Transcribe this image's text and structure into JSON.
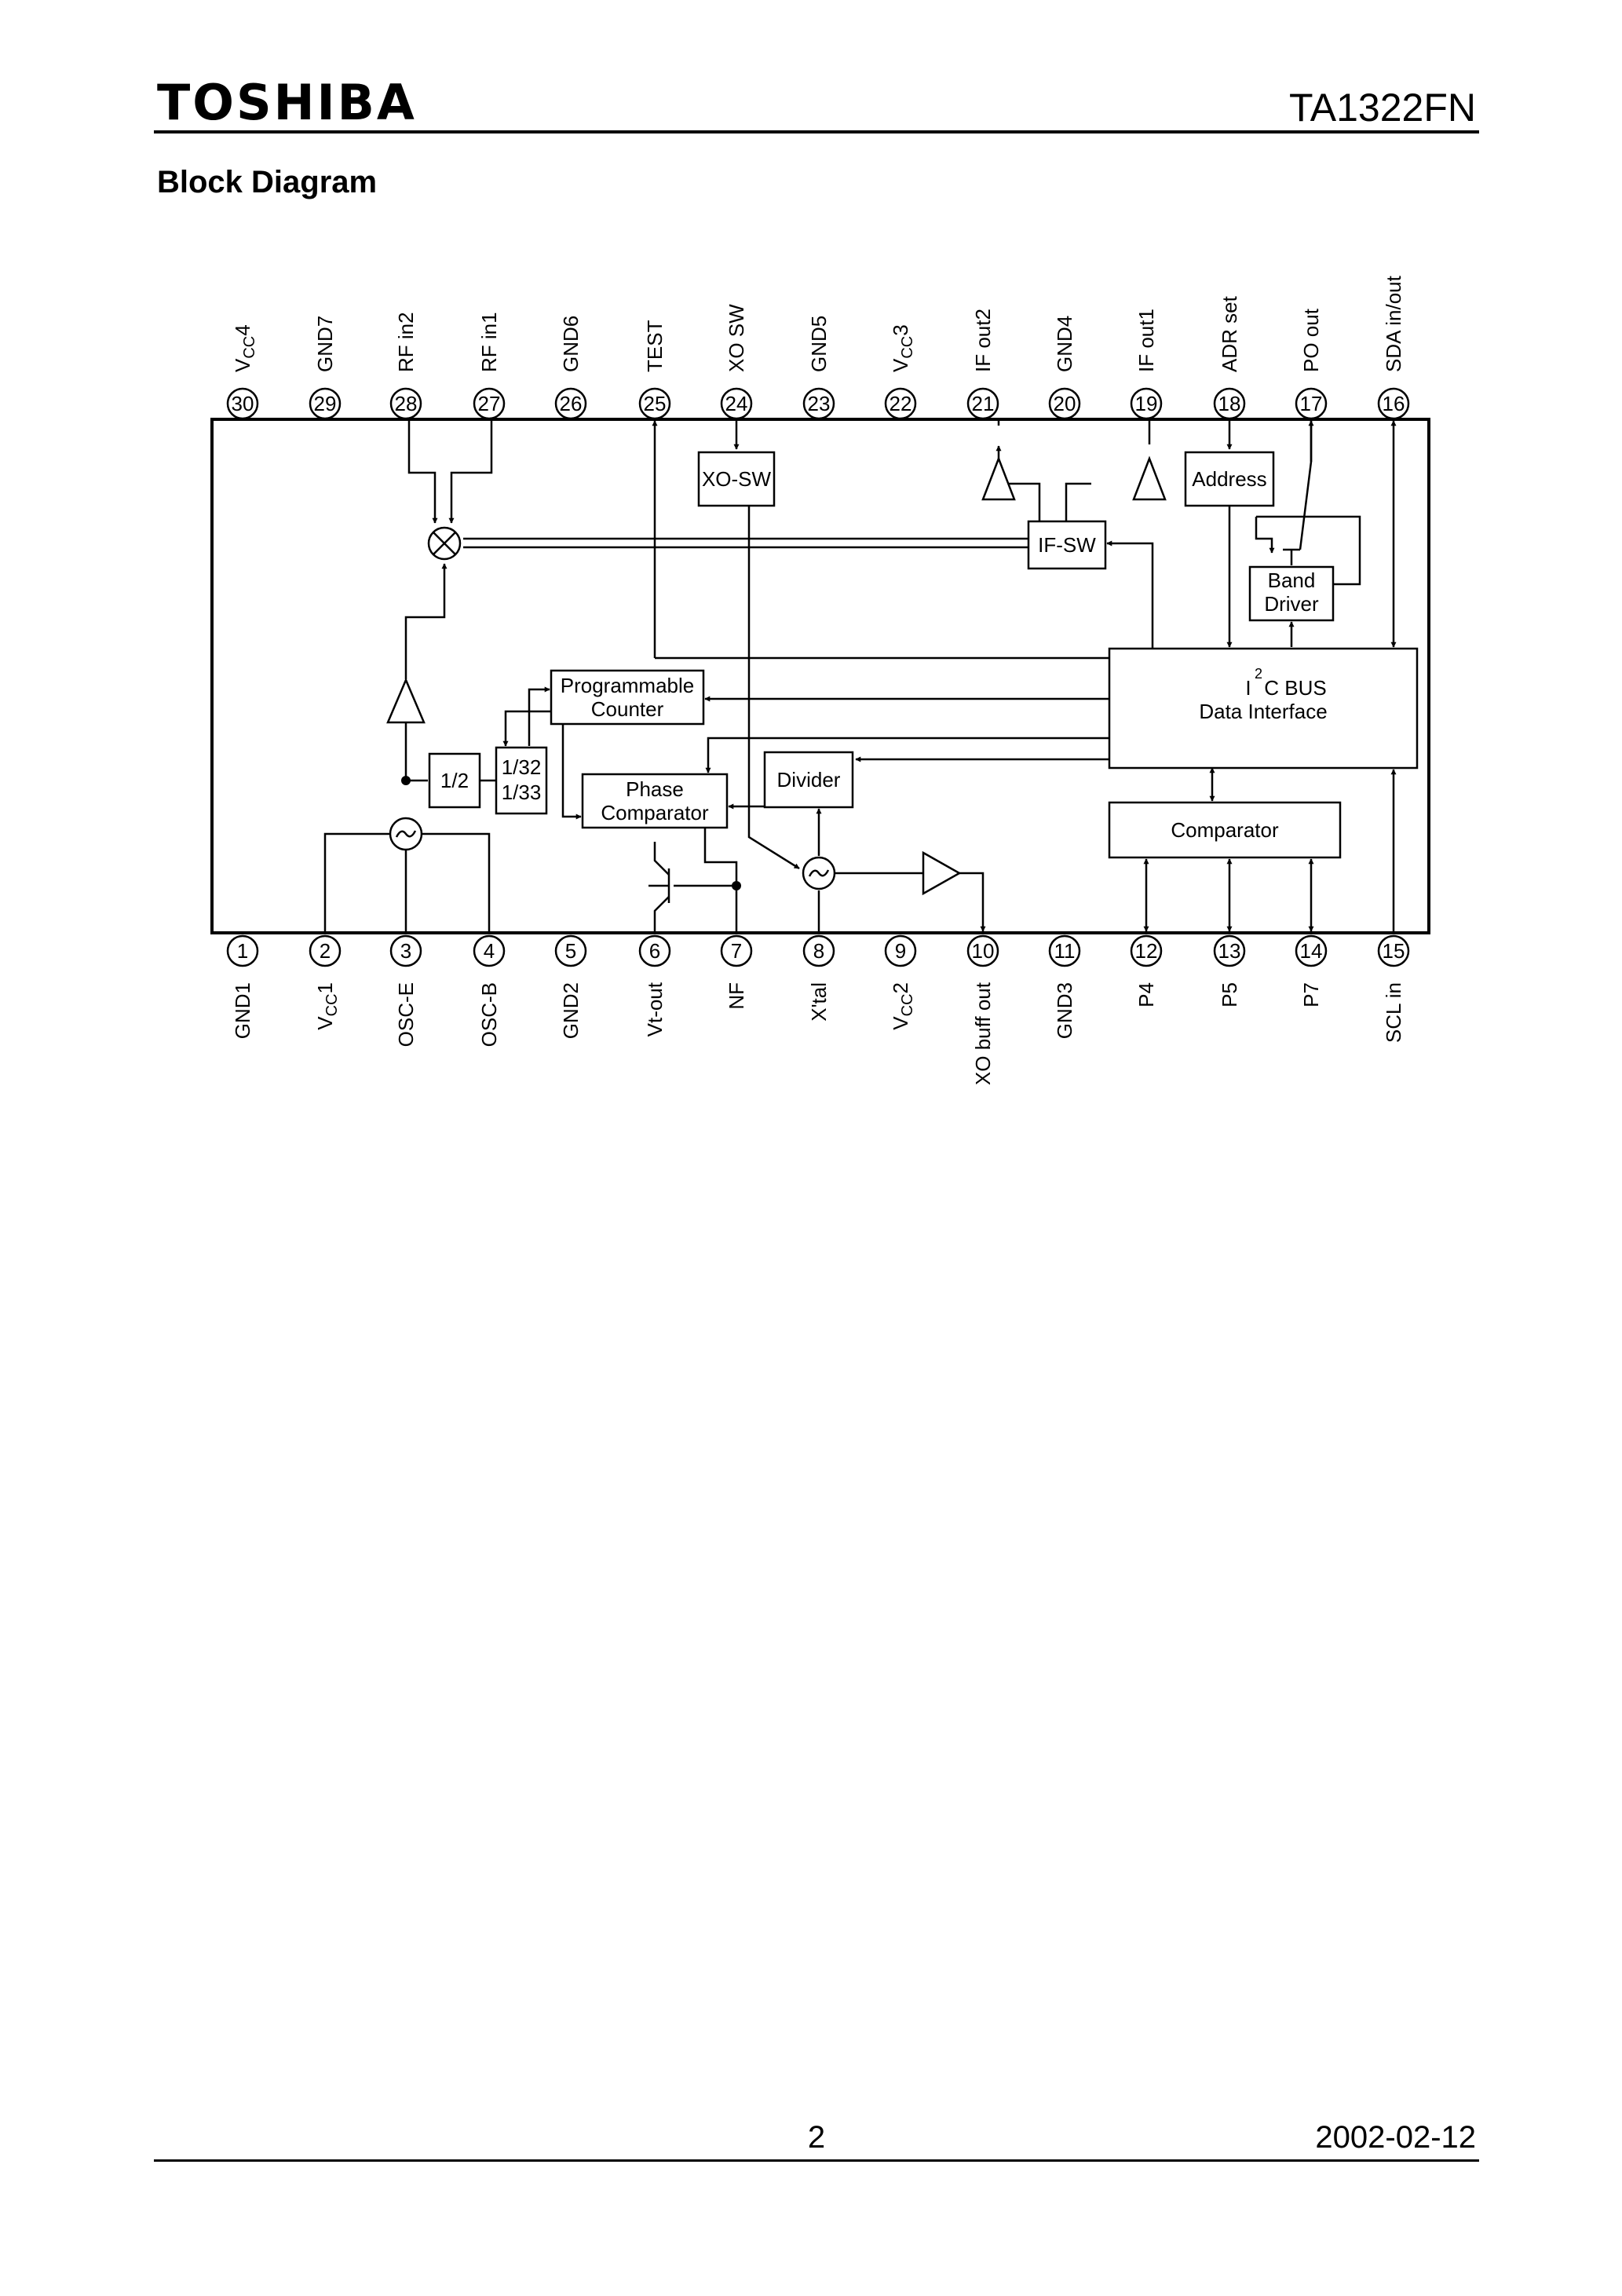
{
  "header": {
    "logo": "TOSHIBA",
    "part_number": "TA1322FN"
  },
  "section_title": "Block Diagram",
  "pins_top": [
    {
      "num": "30",
      "name": "VCC4"
    },
    {
      "num": "29",
      "name": "GND7"
    },
    {
      "num": "28",
      "name": "RF in2"
    },
    {
      "num": "27",
      "name": "RF in1"
    },
    {
      "num": "26",
      "name": "GND6"
    },
    {
      "num": "25",
      "name": "TEST"
    },
    {
      "num": "24",
      "name": "XO SW"
    },
    {
      "num": "23",
      "name": "GND5"
    },
    {
      "num": "22",
      "name": "VCC3"
    },
    {
      "num": "21",
      "name": "IF out2"
    },
    {
      "num": "20",
      "name": "GND4"
    },
    {
      "num": "19",
      "name": "IF out1"
    },
    {
      "num": "18",
      "name": "ADR set"
    },
    {
      "num": "17",
      "name": "PO out"
    },
    {
      "num": "16",
      "name": "SDA in/out"
    }
  ],
  "pins_bottom": [
    {
      "num": "1",
      "name": "GND1"
    },
    {
      "num": "2",
      "name": "VCC1"
    },
    {
      "num": "3",
      "name": "OSC-E"
    },
    {
      "num": "4",
      "name": "OSC-B"
    },
    {
      "num": "5",
      "name": "GND2"
    },
    {
      "num": "6",
      "name": "Vt-out"
    },
    {
      "num": "7",
      "name": "NF"
    },
    {
      "num": "8",
      "name": "X'tal"
    },
    {
      "num": "9",
      "name": "VCC2"
    },
    {
      "num": "10",
      "name": "XO buff out"
    },
    {
      "num": "11",
      "name": "GND3"
    },
    {
      "num": "12",
      "name": "P4"
    },
    {
      "num": "13",
      "name": "P5"
    },
    {
      "num": "14",
      "name": "P7"
    },
    {
      "num": "15",
      "name": "SCL  in"
    }
  ],
  "blocks": {
    "xo_sw": "XO-SW",
    "if_sw": "IF-SW",
    "address": "Address",
    "band_driver_1": "Band",
    "band_driver_2": "Driver",
    "i2c_1": "I",
    "i2c_sup": "2",
    "i2c_2": "C BUS",
    "i2c_3": "Data Interface",
    "prog_counter_1": "Programmable",
    "prog_counter_2": "Counter",
    "div_half": "1/2",
    "prescaler_1": "1/32",
    "prescaler_2": "1/33",
    "phase_comp_1": "Phase",
    "phase_comp_2": "Comparator",
    "divider": "Divider",
    "comparator": "Comparator"
  },
  "footer": {
    "page": "2",
    "date": "2002-02-12"
  }
}
